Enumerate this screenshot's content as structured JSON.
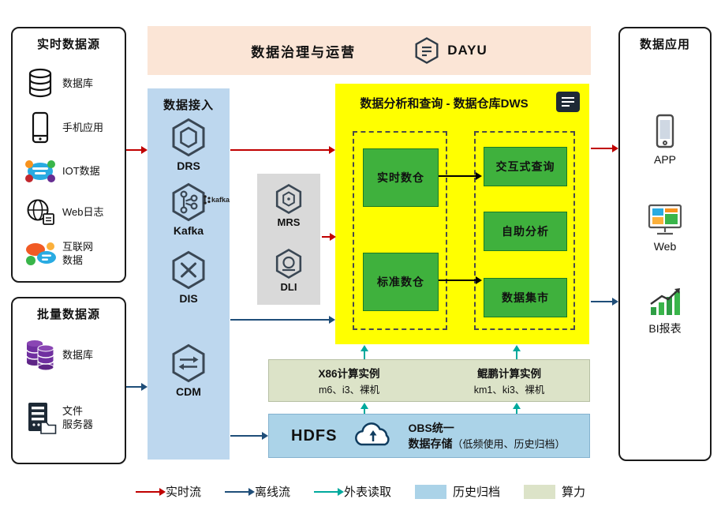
{
  "colors": {
    "banner_bg": "#FBE5D6",
    "ingestion_bg": "#BDD7EE",
    "engine_bg": "#D9D9D9",
    "dws_bg": "#FFFF00",
    "warehouse_green": "#3FB13D",
    "compute_bg": "#DCE3C8",
    "storage_bg": "#ABD3E8",
    "realtime_flow": "#C00000",
    "offline_flow": "#1F4E79",
    "external_read": "#00A99D",
    "connector": "#000000"
  },
  "realtime_sources": {
    "title": "实时数据源",
    "items": [
      {
        "icon": "database-icon",
        "label": "数据库"
      },
      {
        "icon": "phone-icon",
        "label": "手机应用"
      },
      {
        "icon": "iot-icon",
        "label": "IOT数据"
      },
      {
        "icon": "globe-icon",
        "label": "Web日志"
      },
      {
        "icon": "internet-icon",
        "label": "互联网\n数据"
      }
    ]
  },
  "batch_sources": {
    "title": "批量数据源",
    "items": [
      {
        "icon": "purple-database-icon",
        "label": "数据库"
      },
      {
        "icon": "file-server-icon",
        "label": "文件\n服务器"
      }
    ]
  },
  "governance": {
    "title": "数据治理与运营",
    "product": "DAYU"
  },
  "ingestion": {
    "title": "数据接入",
    "services": [
      {
        "name": "DRS"
      },
      {
        "name": "Kafka",
        "mark": "kafka"
      },
      {
        "name": "DIS"
      },
      {
        "name": "CDM"
      }
    ]
  },
  "engines": [
    {
      "name": "MRS"
    },
    {
      "name": "DLI"
    }
  ],
  "dws": {
    "title": "数据分析和查询 - 数据仓库DWS",
    "warehouses": [
      "实时数仓",
      "标准数仓"
    ],
    "services": [
      "交互式查询",
      "自助分析",
      "数据集市"
    ]
  },
  "compute": {
    "x86": {
      "title": "X86计算实例",
      "models": "m6、i3、裸机"
    },
    "kunpeng": {
      "title": "鲲鹏计算实例",
      "models": "km1、ki3、裸机"
    }
  },
  "storage": {
    "hdfs": "HDFS",
    "obs_line1": "OBS统一",
    "obs_line2": "数据存储",
    "obs_note": "（低频使用、历史归档）"
  },
  "applications": {
    "title": "数据应用",
    "items": [
      {
        "icon": "app-icon",
        "label": "APP"
      },
      {
        "icon": "web-icon",
        "label": "Web"
      },
      {
        "icon": "bi-icon",
        "label": "BI报表"
      }
    ]
  },
  "legend": {
    "items": [
      {
        "kind": "arrow",
        "color": "#C00000",
        "label": "实时流"
      },
      {
        "kind": "arrow",
        "color": "#1F4E79",
        "label": "离线流"
      },
      {
        "kind": "arrow",
        "color": "#00A99D",
        "label": "外表读取"
      },
      {
        "kind": "swatch",
        "color": "#ABD3E8",
        "label": "历史归档"
      },
      {
        "kind": "swatch",
        "color": "#DCE3C8",
        "label": "算力"
      }
    ]
  }
}
